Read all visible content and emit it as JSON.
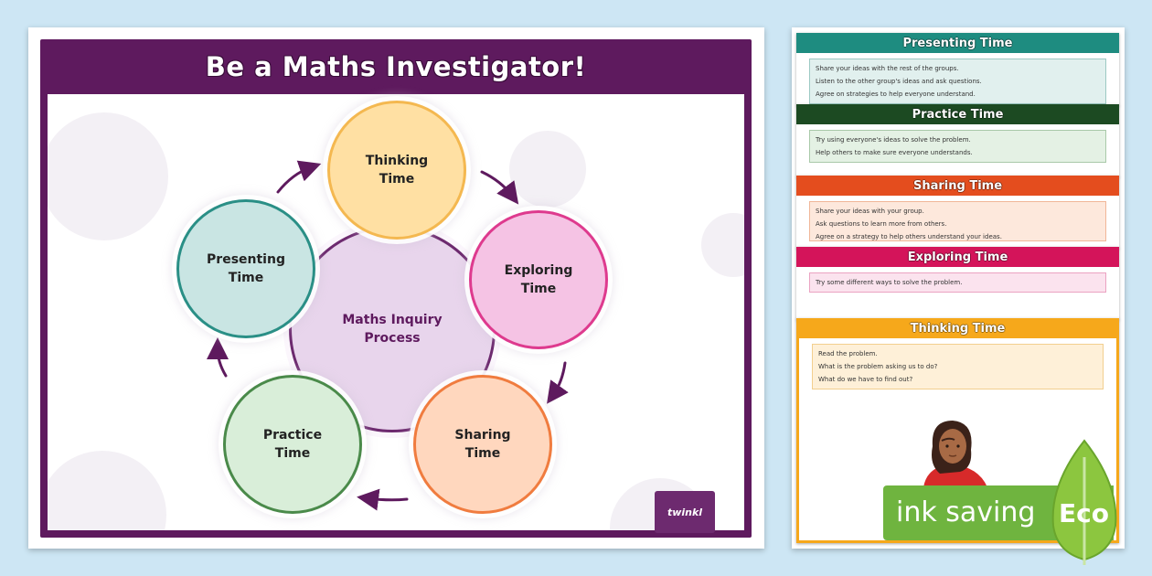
{
  "poster": {
    "title": "Be a Maths Investigator!",
    "center": "Maths Inquiry Process",
    "steps": [
      {
        "label": "Thinking Time"
      },
      {
        "label": "Exploring Time"
      },
      {
        "label": "Sharing Time"
      },
      {
        "label": "Practice Time"
      },
      {
        "label": "Presenting Time"
      }
    ],
    "logo": "twinkl"
  },
  "cards": [
    {
      "title": "Presenting Time",
      "color": "#1e8c80",
      "lines": [
        "Share your ideas with the rest of the groups.",
        "Listen to the other group's ideas and ask questions.",
        "Agree on strategies to help everyone understand."
      ]
    },
    {
      "title": "Practice Time",
      "color": "#1c4a22",
      "lines": [
        "Try using everyone's ideas to solve the problem.",
        "Help others to make sure everyone understands."
      ]
    },
    {
      "title": "Sharing Time",
      "color": "#e44d1e",
      "lines": [
        "Share your ideas with your group.",
        "Ask questions to learn more from others.",
        "Agree on a strategy to help others understand your ideas."
      ]
    },
    {
      "title": "Exploring Time",
      "color": "#d4145a",
      "lines": [
        "Try some different ways to solve the problem."
      ]
    },
    {
      "title": "Thinking Time",
      "color": "#f6a81b",
      "lines": [
        "Read the problem.",
        "What is the problem asking us to do?",
        "What do we have to find out?"
      ]
    }
  ],
  "badge": {
    "text": "ink saving",
    "word": "Eco"
  },
  "colors": {
    "purple": "#5e1a5e",
    "eco_green": "#6fb43f"
  }
}
